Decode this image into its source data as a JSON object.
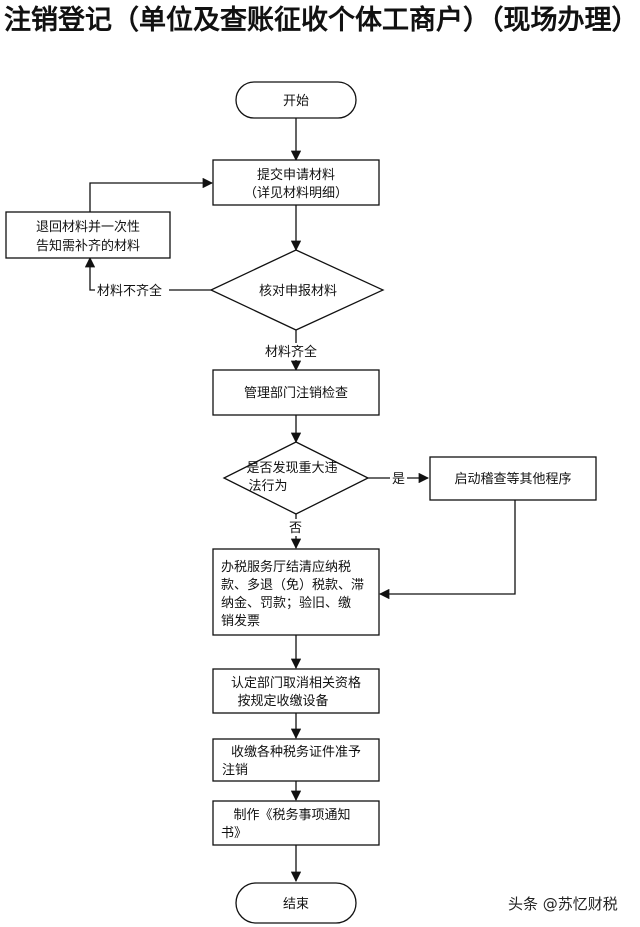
{
  "title": "注销登记（单位及查账征收个体工商户）（现场办理）",
  "nodes": {
    "start": {
      "lines": [
        "开始"
      ]
    },
    "submit": {
      "lines": [
        "提交申请材料",
        "（详见材料明细）"
      ]
    },
    "return_materials": {
      "lines": [
        "退回材料并一次性",
        "告知需补齐的材料"
      ]
    },
    "verify": {
      "lines": [
        "核对申报材料"
      ]
    },
    "manage_check": {
      "lines": [
        "管理部门注销检查"
      ]
    },
    "violation": {
      "lines": [
        "是否发现重大违",
        "法行为"
      ]
    },
    "audit": {
      "lines": [
        "启动稽查等其他程序"
      ]
    },
    "settle": {
      "lines": [
        "办税服务厅结清应纳税",
        "款、多退（免）税款、滞",
        "纳金、罚款；验旧、缴",
        "销发票"
      ]
    },
    "cancel_qualification": {
      "lines": [
        "认定部门取消相关资格",
        "按规定收缴设备"
      ]
    },
    "collect_certificates": {
      "lines": [
        "收缴各种税务证件准予",
        "注销"
      ]
    },
    "notice": {
      "lines": [
        "制作《税务事项通知",
        "书》"
      ]
    },
    "end": {
      "lines": [
        "结束"
      ]
    }
  },
  "edge_labels": {
    "incomplete": "材料不齐全",
    "complete": "材料齐全",
    "yes": "是",
    "no": "否"
  },
  "watermark": "头条 @苏忆财税"
}
